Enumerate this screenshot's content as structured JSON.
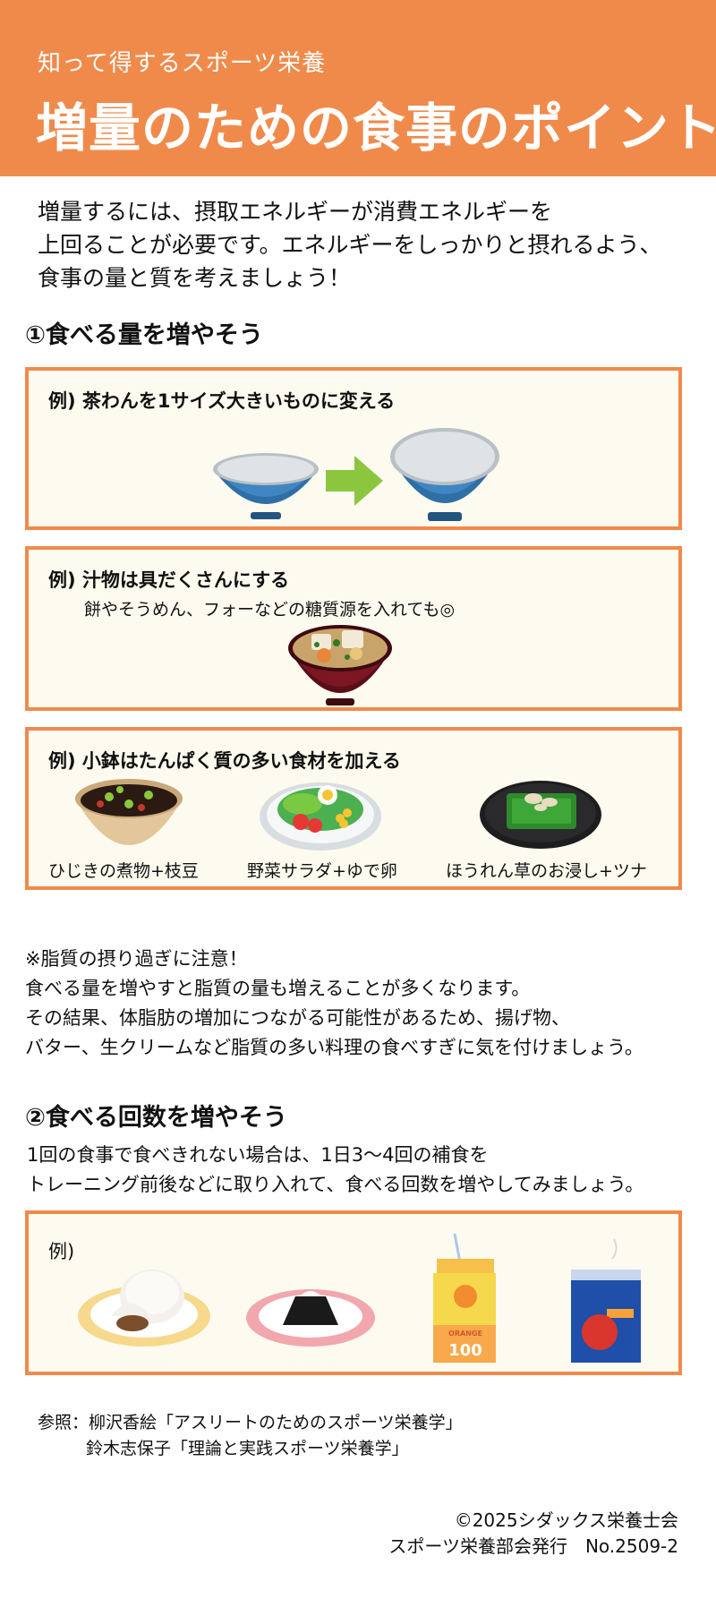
{
  "header": {
    "subtitle": "知って得するスポーツ栄養",
    "title": "増量のための食事のポイント"
  },
  "intro": [
    "増量するには、摂取エネルギーが消費エネルギーを",
    "上回ることが必要です。エネルギーをしっかりと摂れるよう、",
    "食事の量と質を考えましょう！"
  ],
  "section1": {
    "title": "①食べる量を増やそう",
    "box1": {
      "label": "例) 茶わんを1サイズ大きいものに変える"
    },
    "box2": {
      "label": "例) 汁物は具だくさんにする",
      "sub": "餅やそうめん、フォーなどの糖質源を入れても◎"
    },
    "box3": {
      "label": "例) 小鉢はたんぱく質の多い食材を加える",
      "items": [
        "ひじきの煮物+枝豆",
        "野菜サラダ+ゆで卵",
        "ほうれん草のお浸し+ツナ"
      ]
    }
  },
  "caution": [
    "※脂質の摂り過ぎに注意！",
    "食べる量を増やすと脂質の量も増えることが多くなります。",
    "その結果、体脂肪の増加につながる可能性があるため、揚げ物、",
    "バター、生クリームなど脂質の多い料理の食べすぎに気を付けましょう。"
  ],
  "section2": {
    "title": "②食べる回数を増やそう",
    "text": [
      "1回の食事で食べきれない場合は、1日3〜4回の補食を",
      "トレーニング前後などに取り入れて、食べる回数を増やしてみましょう。"
    ],
    "box": {
      "label": "例)",
      "juice_brand": "ORANGE",
      "juice_percent": "100"
    }
  },
  "references": [
    "参照：柳沢香絵「アスリートのためのスポーツ栄養学」",
    "鈴木志保子「理論と実践スポーツ栄養学」"
  ],
  "footer": [
    "©2025シダックス栄養士会",
    "スポーツ栄養部会発行　No.2509-2"
  ],
  "colors": {
    "accent": "#f08a4b",
    "box_bg": "#fdfbef",
    "arrow": "#8cc63f"
  },
  "icons": [
    "small-bowl-icon",
    "arrow-right-icon",
    "large-bowl-icon",
    "miso-soup-icon",
    "hijiki-icon",
    "salad-icon",
    "spinach-tuna-icon",
    "meat-bun-icon",
    "onigiri-icon",
    "juice-box-icon",
    "snack-bag-icon"
  ]
}
